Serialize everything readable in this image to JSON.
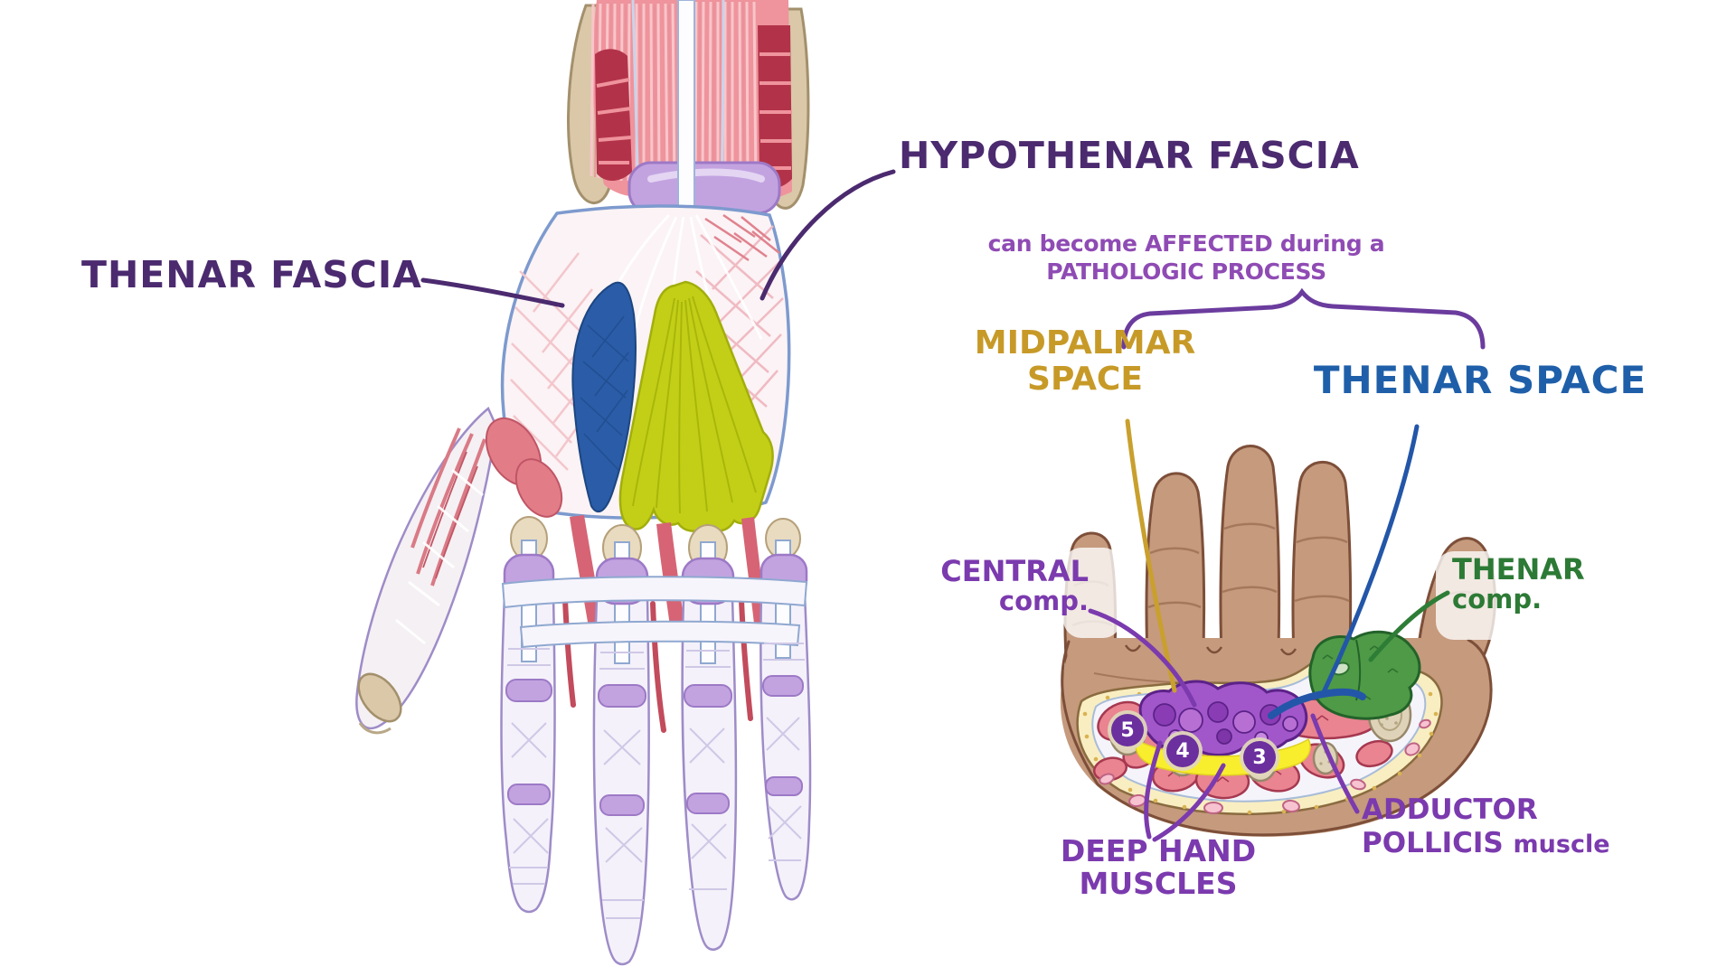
{
  "figure": {
    "type": "anatomical-illustration",
    "subject": "Palmar fascia and deep palmar spaces of the hand"
  },
  "colors": {
    "background": "#ffffff",
    "label_dark_purple": "#4b2a6f",
    "note_purple": "#8f4bb4",
    "pointer_purple": "#7b3aae",
    "gold": "#c79a28",
    "blue": "#1f5fa9",
    "green": "#2c7a35",
    "marker_purple": "#6b2f9e"
  },
  "left_panel": {
    "thenar_fascia_label": "THENAR FASCIA",
    "hypothenar_fascia_label": "HYPOTHENAR FASCIA"
  },
  "right_panel": {
    "note": {
      "line1": "can become AFFECTED during a",
      "line2": "PATHOLOGIC PROCESS"
    },
    "midpalmar_space": {
      "line1": "MIDPALMAR",
      "line2": "SPACE"
    },
    "thenar_space_label": "THENAR SPACE",
    "central_compartment": {
      "line1": "CENTRAL",
      "line2": "comp."
    },
    "thenar_compartment": {
      "line1": "THENAR",
      "line2": "comp."
    },
    "markers": [
      "5",
      "4",
      "3"
    ],
    "deep_hand_muscles": {
      "line1": "DEEP HAND",
      "line2": "MUSCLES"
    },
    "adductor_pollicis": {
      "line1": "ADDUCTOR",
      "line2_caps": "POLLICIS",
      "line2_lower": "muscle"
    }
  }
}
